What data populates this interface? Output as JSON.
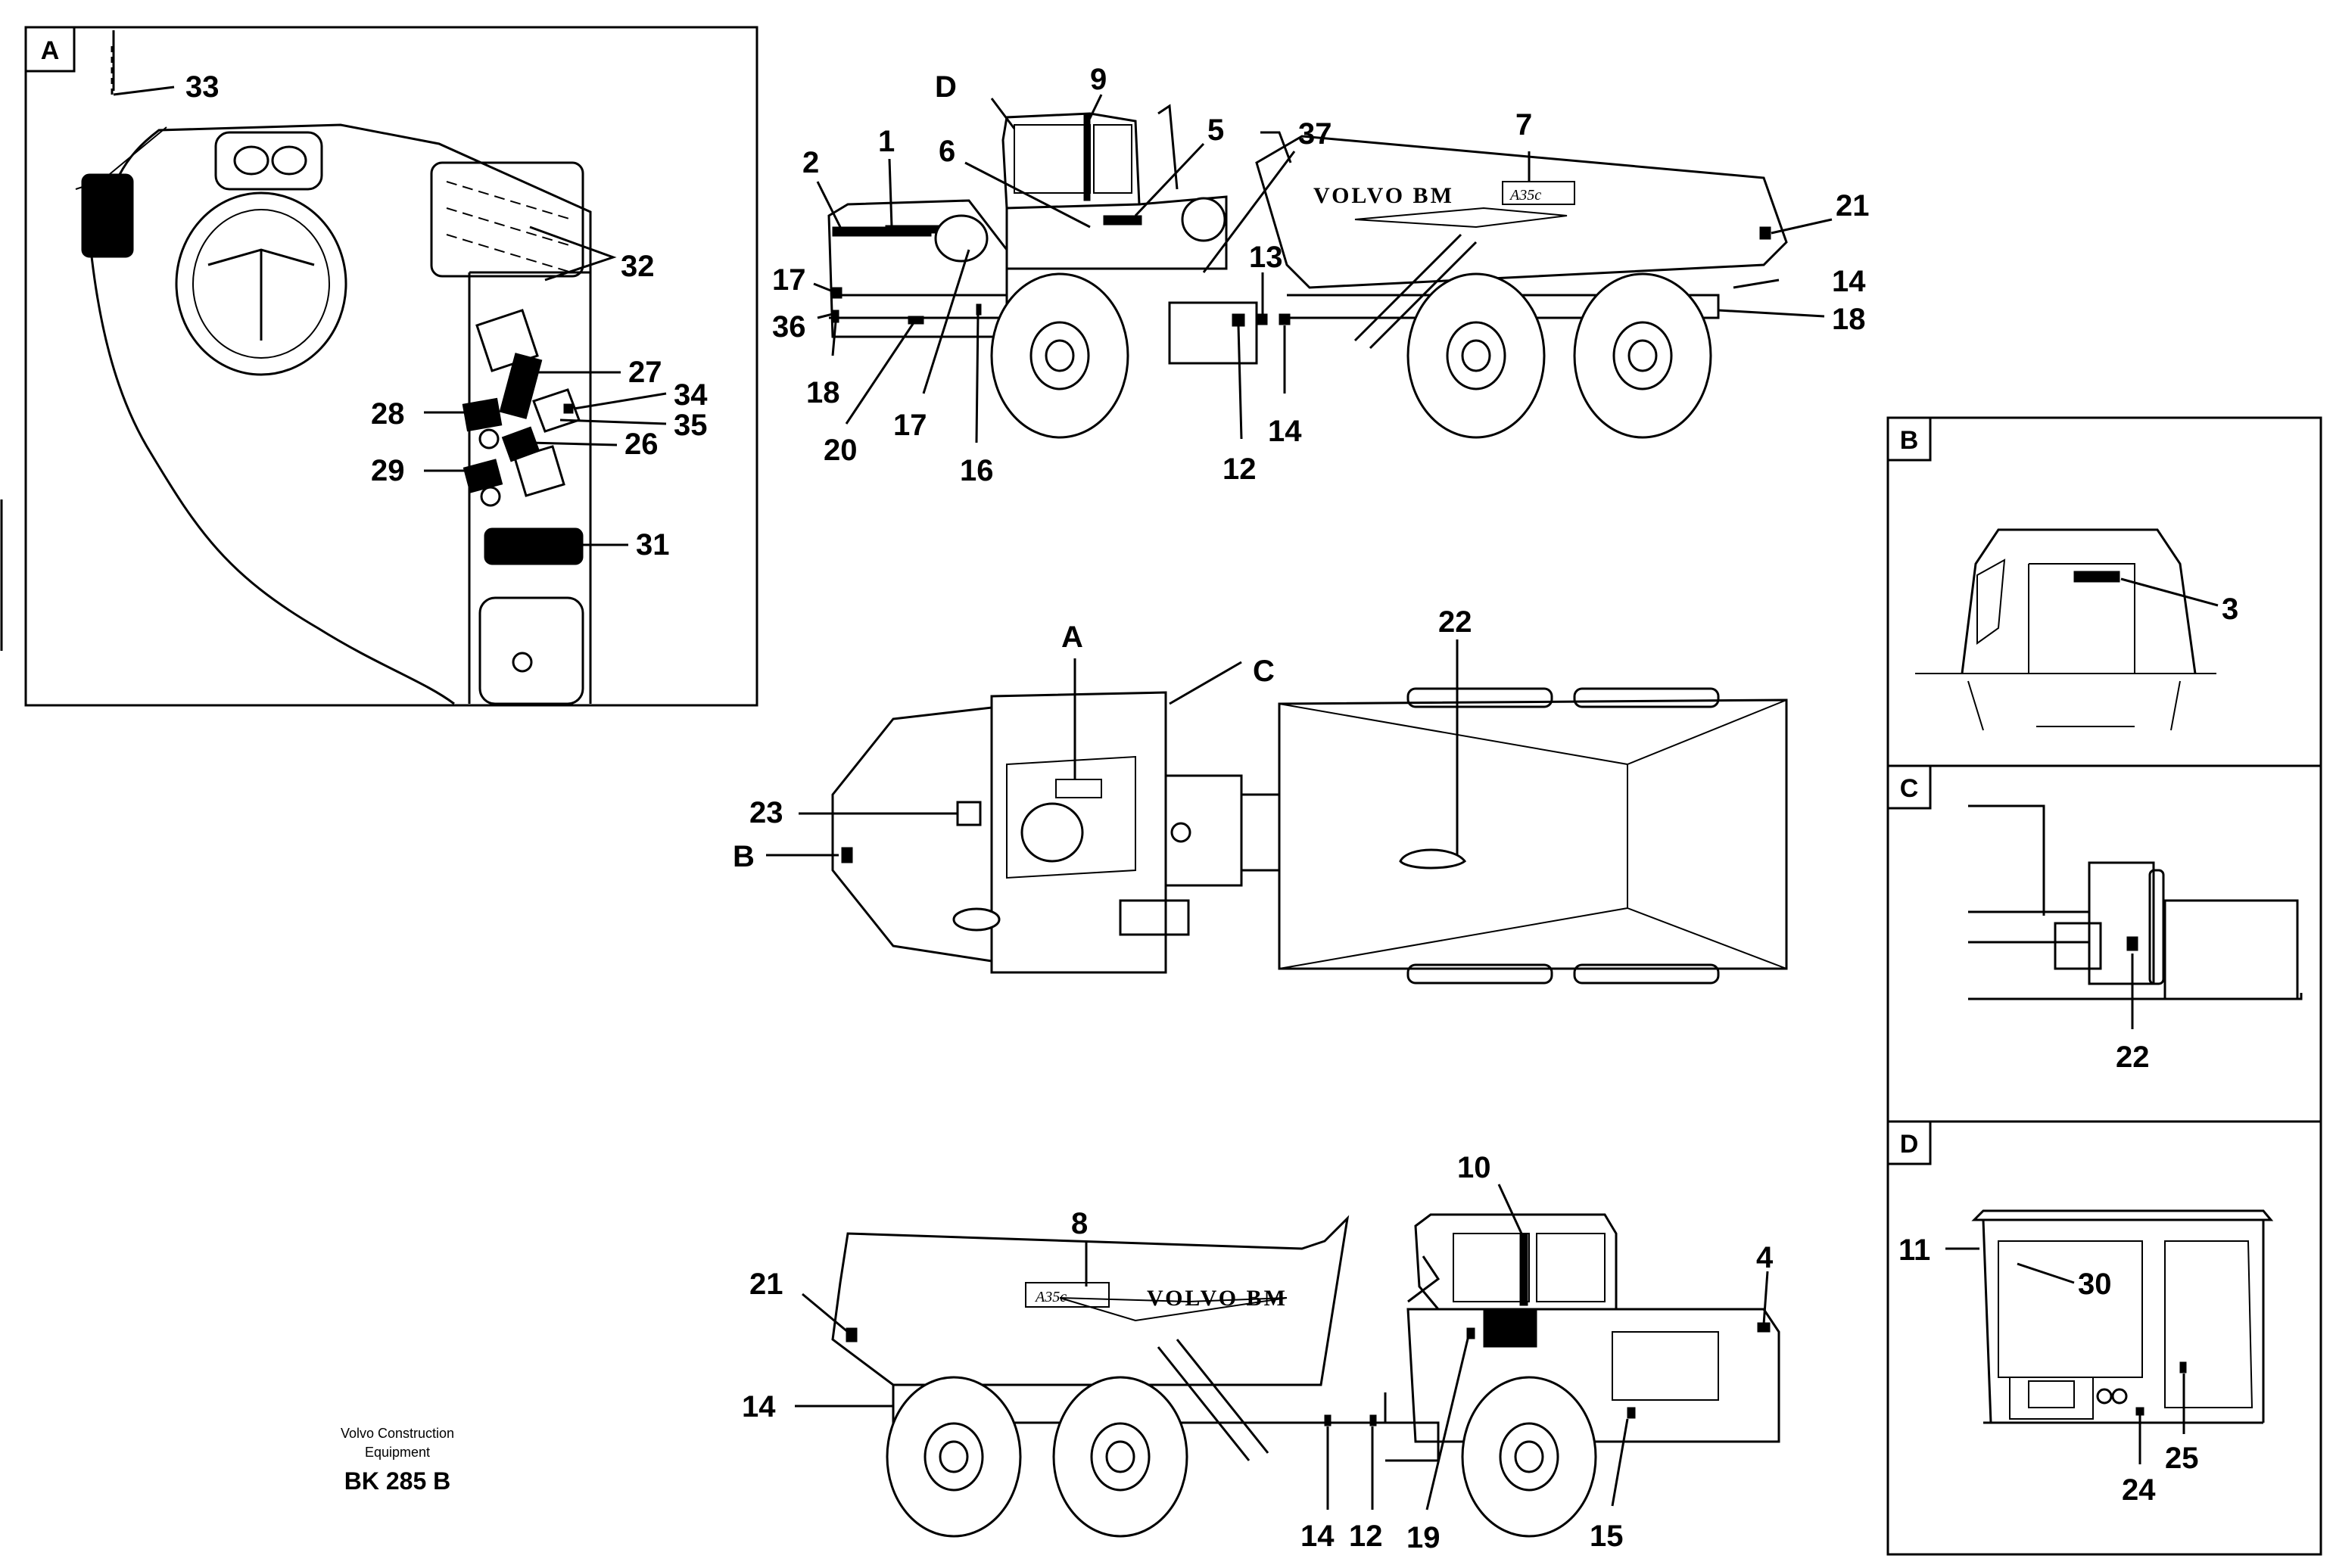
{
  "panels": {
    "a": {
      "letter": "A"
    },
    "b": {
      "letter": "B"
    },
    "c": {
      "letter": "C"
    },
    "d": {
      "letter": "D"
    }
  },
  "callouts": {
    "panel_a": [
      "33",
      "32",
      "27",
      "34",
      "28",
      "35",
      "26",
      "29",
      "31"
    ],
    "side_view_top": [
      "D",
      "9",
      "5",
      "37",
      "7",
      "2",
      "1",
      "6",
      "21",
      "17",
      "13",
      "14",
      "36",
      "18",
      "16",
      "12",
      "20",
      "17",
      "18",
      "14"
    ],
    "top_view": [
      "A",
      "C",
      "22",
      "23",
      "B"
    ],
    "side_view_bottom": [
      "10",
      "8",
      "4",
      "21",
      "14",
      "14",
      "12",
      "19",
      "15"
    ],
    "panel_b": [
      "3"
    ],
    "panel_c": [
      "22"
    ],
    "panel_d": [
      "11",
      "30",
      "25",
      "24"
    ]
  },
  "brand_text": {
    "top": "VOLVO BM",
    "bottom": "VOLVO BM"
  },
  "model_text": {
    "top": "A35c",
    "bottom": "A35c"
  },
  "footer": {
    "company_line1": "Volvo Construction",
    "company_line2": "Equipment",
    "reference": "BK 285 B"
  }
}
